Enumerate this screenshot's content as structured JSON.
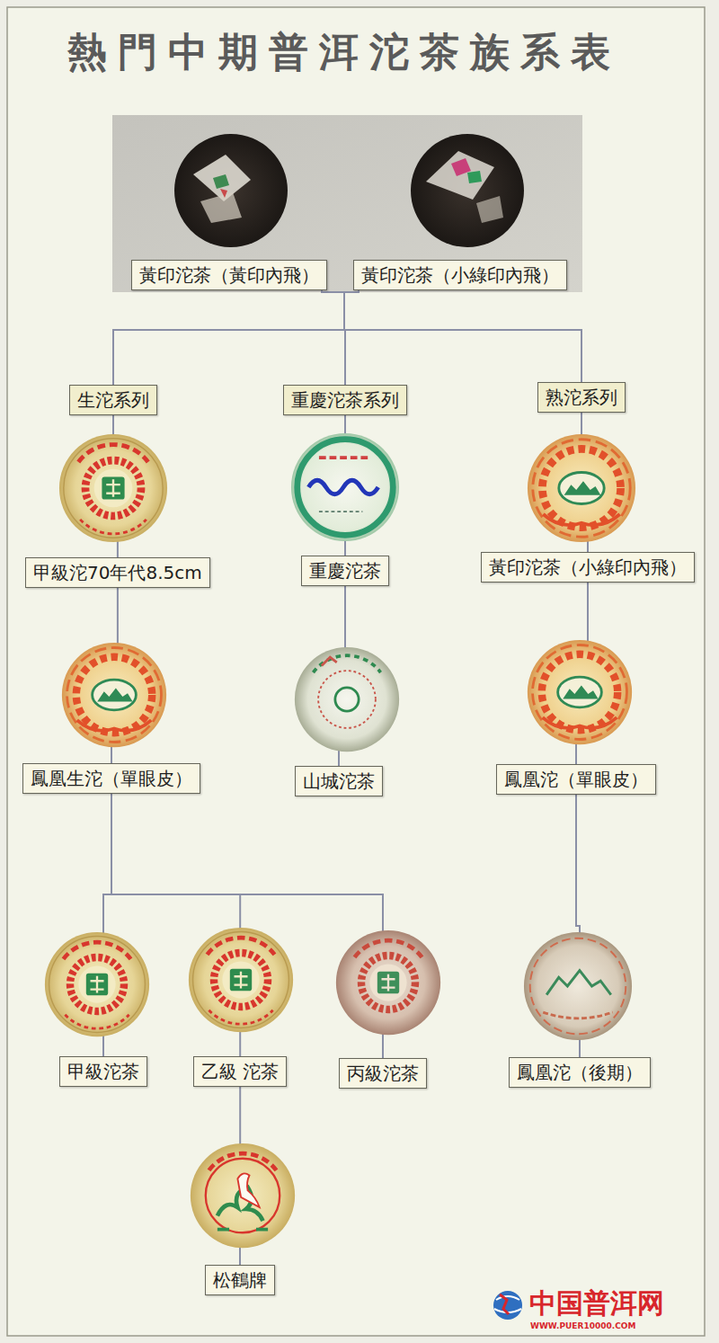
{
  "diagram": {
    "title": "熱門中期普洱沱茶族系表",
    "nodes": [
      {
        "text": [
          "黃印沱茶（黃印內飛）"
        ]
      },
      {
        "text": [
          "黃印沱茶（小綠印內飛）"
        ]
      },
      {
        "text": [
          "生沱系列"
        ]
      },
      {
        "text": [
          "重慶沱茶系列"
        ]
      },
      {
        "text": [
          "熟沱系列"
        ]
      },
      {
        "text": [
          "甲級沱70年代8.5cm"
        ]
      },
      {
        "text": [
          "重慶沱茶"
        ]
      },
      {
        "text": [
          "黃印沱茶（小綠印內飛）"
        ]
      },
      {
        "text": [
          "鳳凰生沱（單眼皮）"
        ]
      },
      {
        "text": [
          "山城沱茶"
        ]
      },
      {
        "text": [
          "鳳凰沱（單眼皮）"
        ]
      },
      {
        "text": [
          "甲級沱茶"
        ]
      },
      {
        "text": [
          "乙級 沱茶"
        ]
      },
      {
        "text": [
          "丙級沱茶"
        ]
      },
      {
        "text": [
          "鳳凰沱（後期）"
        ]
      },
      {
        "text": [
          "松鶴牌"
        ]
      }
    ],
    "edges": [
      {
        "from": 0,
        "to": 2,
        "arrow": "none"
      },
      {
        "from": 0,
        "to": 3,
        "arrow": "none"
      },
      {
        "from": 0,
        "to": 4,
        "arrow": "none"
      },
      {
        "from": 1,
        "to": 2,
        "arrow": "none"
      },
      {
        "from": 1,
        "to": 3,
        "arrow": "none"
      },
      {
        "from": 1,
        "to": 4,
        "arrow": "none"
      },
      {
        "from": 2,
        "to": 5,
        "arrow": "none"
      },
      {
        "from": 3,
        "to": 6,
        "arrow": "none"
      },
      {
        "from": 4,
        "to": 7,
        "arrow": "none"
      },
      {
        "from": 5,
        "to": 8,
        "arrow": "none"
      },
      {
        "from": 6,
        "to": 9,
        "arrow": "none"
      },
      {
        "from": 7,
        "to": 10,
        "arrow": "none"
      },
      {
        "from": 8,
        "to": 11,
        "arrow": "none"
      },
      {
        "from": 8,
        "to": 12,
        "arrow": "none"
      },
      {
        "from": 8,
        "to": 13,
        "arrow": "none"
      },
      {
        "from": 12,
        "to": 15,
        "arrow": "none"
      },
      {
        "from": 10,
        "to": 14,
        "arrow": "none"
      }
    ],
    "labels": [
      "中国普洱网",
      "WWW.PUER10000.COM"
    ]
  }
}
